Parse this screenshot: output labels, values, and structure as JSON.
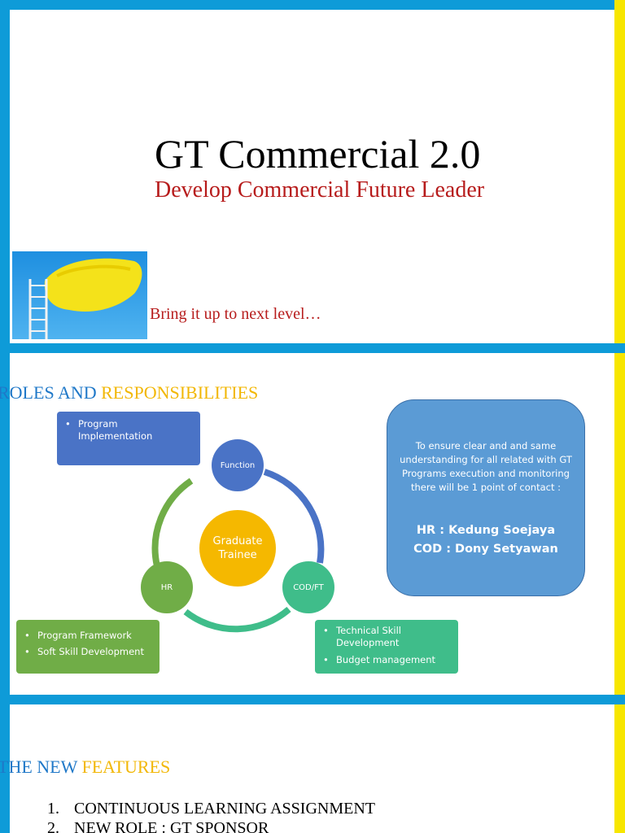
{
  "slide1": {
    "title": "GT Commercial 2.0",
    "subtitle": "Develop Commercial Future Leader",
    "tagline": "Bring it up to next level…",
    "image_icon": "ladder-paint-photo"
  },
  "slide2": {
    "heading_part1": "ROLES AND ",
    "heading_part2": "RESPONSIBILITIES",
    "cycle": {
      "center": [
        "Graduate",
        "Trainee"
      ],
      "top": "Function",
      "right": "COD/FT",
      "left": "HR"
    },
    "function_box": [
      "Program Implementation"
    ],
    "hr_box": [
      "Program Framework",
      "Soft Skill Development"
    ],
    "cod_box": [
      "Technical Skill Development",
      "Budget management"
    ],
    "contact": {
      "description": "To ensure clear and and same understanding for all related with GT Programs execution and monitoring there will be 1 point of contact :",
      "hr": "HR : Kedung Soejaya",
      "cod": "COD : Dony Setyawan"
    },
    "colors": {
      "function": "#4a73c6",
      "center": "#f5b800",
      "hr": "#70ad47",
      "cod": "#3fbd8a",
      "contact": "#5b9bd5"
    }
  },
  "slide3": {
    "heading_part1": "THE NEW ",
    "heading_part2": "FEATURES",
    "items": [
      {
        "num": "1.",
        "text": "CONTINUOUS LEARNING ASSIGNMENT"
      },
      {
        "num": "2.",
        "text": "NEW ROLE : GT SPONSOR"
      }
    ]
  },
  "frame_colors": {
    "blue": "#0e9bd8",
    "yellow": "#f7e600"
  }
}
